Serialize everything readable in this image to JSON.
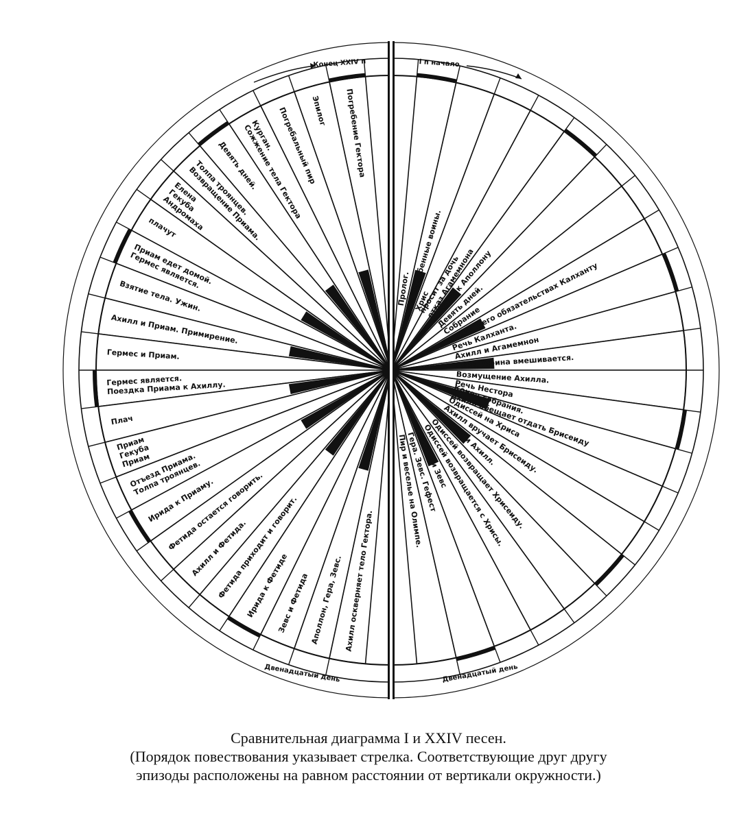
{
  "diagram": {
    "top_left_label": "Конец XXIV п",
    "top_right_label": "I п начало",
    "bottom_left_label": "Двенадцатый день",
    "bottom_right_label": "Двенадцатый день",
    "left_segments": [
      {
        "lines": [
          "Погребение Гектора"
        ]
      },
      {
        "lines": [
          "Эпилог"
        ]
      },
      {
        "lines": [
          "Погребальный пир"
        ]
      },
      {
        "lines": [
          "Курган.",
          "Сожжение тела Гектора"
        ]
      },
      {
        "lines": [
          "Девять дней."
        ]
      },
      {
        "lines": [
          "Толпа троянцев.",
          "Возвращение Приама."
        ]
      },
      {
        "lines": [
          "Елена",
          "Гекуба",
          "Андромаха"
        ]
      },
      {
        "lines": [
          "плачут"
        ]
      },
      {
        "lines": [
          "Приам едет домой.",
          "Гермес является."
        ]
      },
      {
        "lines": [
          "Взятие тела.    Ужин."
        ]
      },
      {
        "lines": [
          "Ахилл и Приам. Примирение."
        ]
      },
      {
        "lines": [
          "Гермес и Приам."
        ]
      },
      {
        "lines": [
          "Гермес является.",
          "Поездка Приама к Ахиллу."
        ]
      },
      {
        "lines": [
          "Плач"
        ]
      },
      {
        "lines": [
          "Приам",
          "Гекуба",
          "Приам"
        ]
      },
      {
        "lines": [
          "Отъезд Приама.",
          "Толпа троянцев."
        ]
      },
      {
        "lines": [
          "Ирида к Приаму."
        ]
      },
      {
        "lines": [
          "Фетида остается говорить."
        ]
      },
      {
        "lines": [
          "Ахилл и Фетида."
        ]
      },
      {
        "lines": [
          "Фетида приходит и говорит."
        ]
      },
      {
        "lines": [
          "Ирида к Фетиде"
        ]
      },
      {
        "lines": [
          "Зевс и Фетида"
        ]
      },
      {
        "lines": [
          "Аполлон, Гера, Зевс."
        ]
      },
      {
        "lines": [
          "Ахилл оскверняет тело Гектора."
        ]
      }
    ],
    "right_segments": [
      {
        "lines": [
          "Пролог."
        ]
      },
      {
        "lines": [
          "Непогребенные воины."
        ]
      },
      {
        "lines": [
          "Хрис"
        ]
      },
      {
        "lines": [
          "просит за дочь",
          "отказ Агамемнона"
        ]
      },
      {
        "lines": [
          "молится к Аполлону"
        ]
      },
      {
        "lines": [
          "Девять дней."
        ]
      },
      {
        "lines": [
          "Собрание"
        ]
      },
      {
        "lines": [
          "Ахилл в его обязательствах Калханту"
        ]
      },
      {
        "lines": [
          "Речь Калханта."
        ]
      },
      {
        "lines": [
          "Ахилл и Агамемнон"
        ]
      },
      {
        "lines": [
          "Гнев.    Афина вмешивается."
        ]
      },
      {
        "lines": [
          "Возмущение Ахилла."
        ]
      },
      {
        "lines": [
          "Речь Нестора"
        ]
      },
      {
        "lines": [
          "Конец собрания.",
          "Ахилл обещает отдать Брисеиду"
        ]
      },
      {
        "lines": [
          "Одиссей на Хриса"
        ]
      },
      {
        "lines": [
          "Ахилл вручает Брисеиду."
        ]
      },
      {
        "lines": [
          "Фетида и Ахилл."
        ]
      },
      {
        "lines": [
          "Одиссей возвращает Хрисеиду."
        ]
      },
      {
        "lines": [
          "Одиссей возвращается с Хрисы."
        ]
      },
      {
        "lines": [
          "Фетида и Зевс"
        ]
      },
      {
        "lines": [
          "Гера. Зевс. Гефест"
        ]
      },
      {
        "lines": [
          "Пир и веселье на Олимпе."
        ]
      }
    ]
  },
  "caption": {
    "line1": "Сравнительная диаграмма I и XXIV песен.",
    "line2": "(Порядок повествования указывает стрелка. Соответствующие друг другу",
    "line3": "эпизоды расположены на равном расстоянии от вертикали окружности.)"
  }
}
